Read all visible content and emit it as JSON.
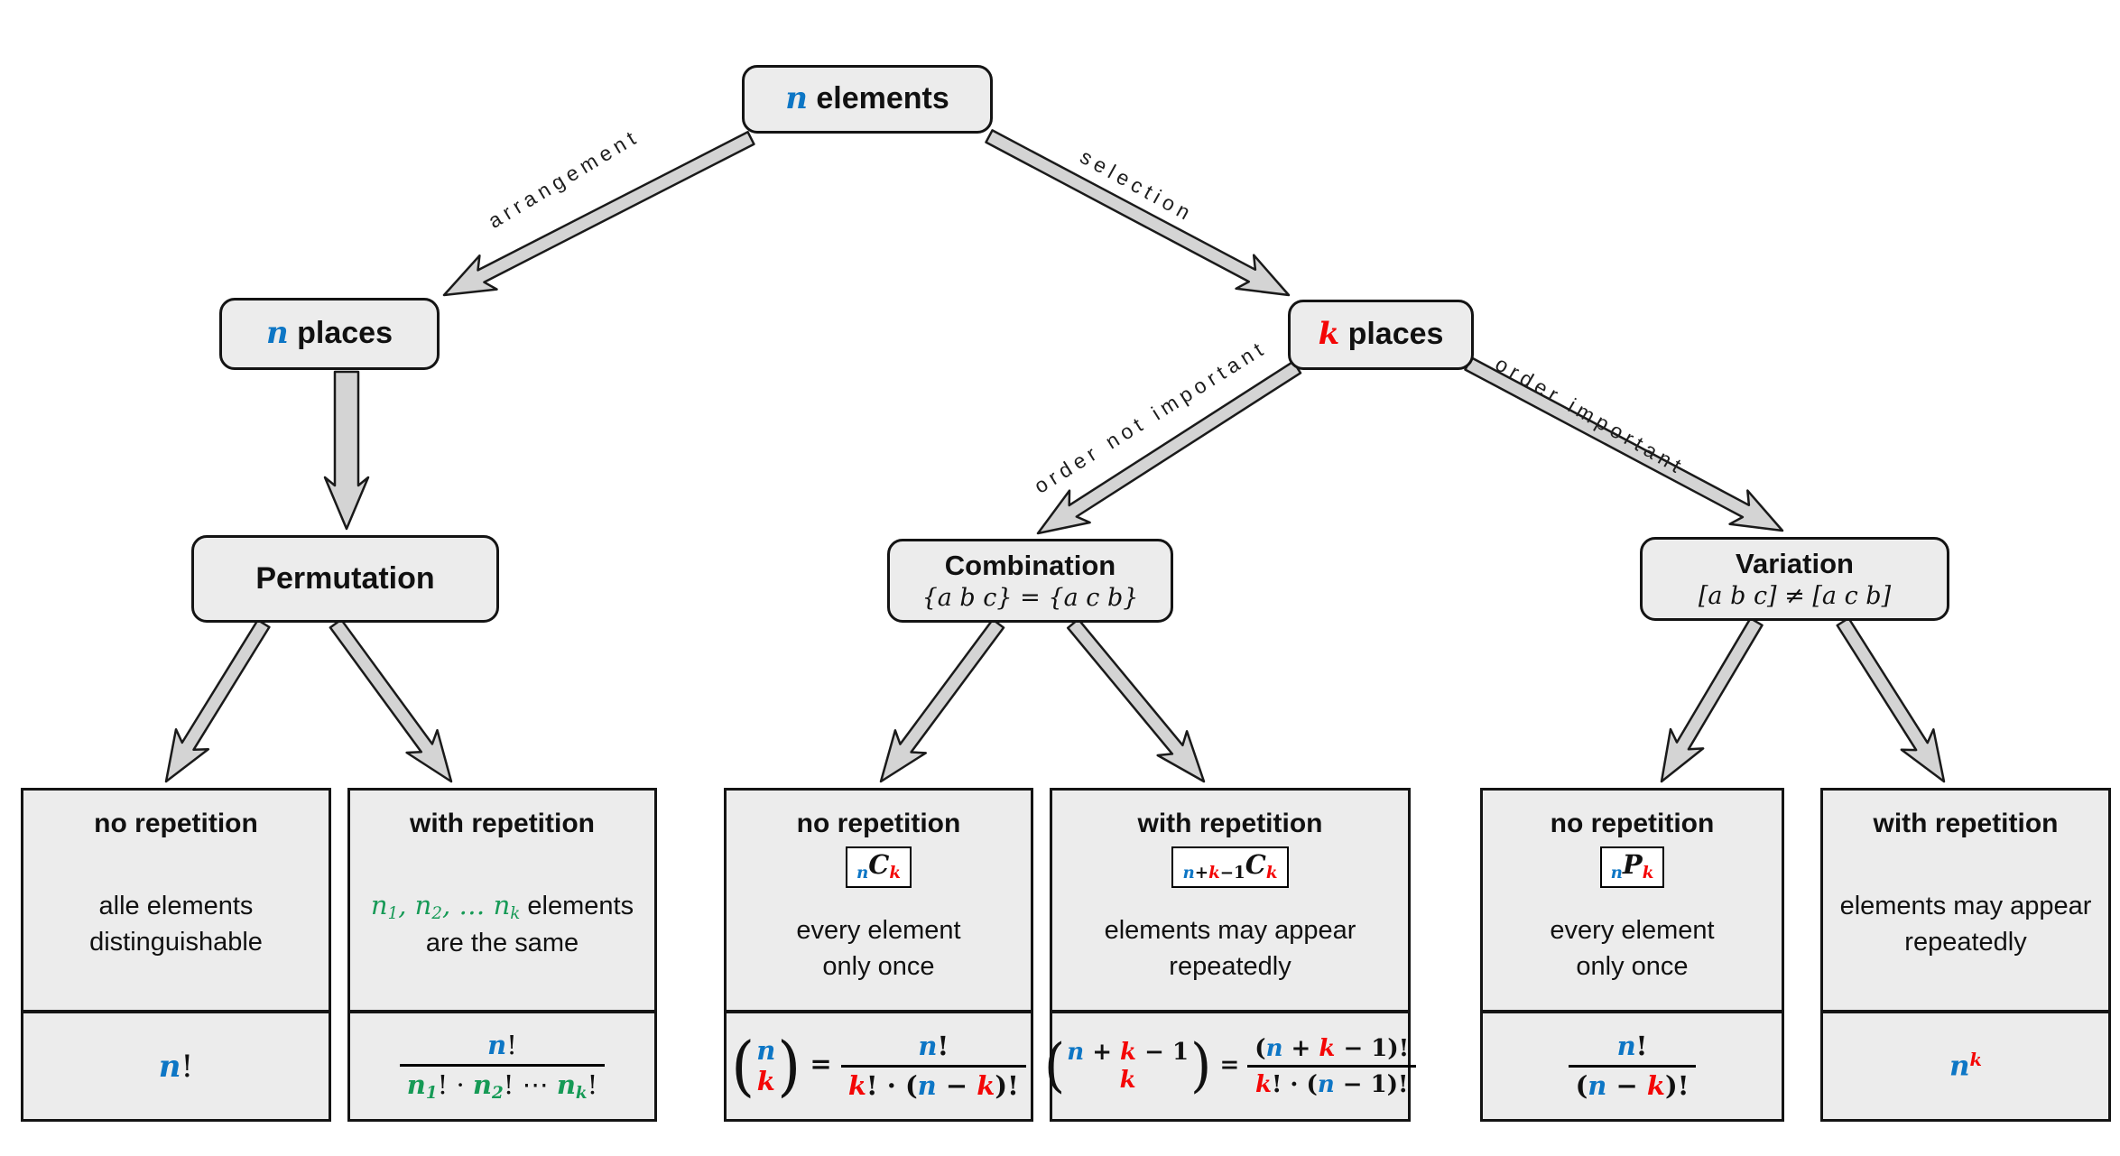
{
  "colors": {
    "blue": "#0d76c5",
    "red": "#f40606",
    "green": "#169a56",
    "box_fill": "#ececec",
    "arrow_fill": "#d4d4d4",
    "border": "#141414"
  },
  "edges": {
    "arrangement": "arrangement",
    "selection": "selection",
    "order_not_important": "order not important",
    "order_important": "order important"
  },
  "nodes": {
    "n_elements": {
      "title": [
        {
          "t": "n",
          "c": "mv c-b"
        },
        {
          "t": " elements",
          "c": ""
        }
      ]
    },
    "n_places": {
      "title": [
        {
          "t": "n",
          "c": "mv c-b"
        },
        {
          "t": " places",
          "c": ""
        }
      ]
    },
    "k_places": {
      "title": [
        {
          "t": "k",
          "c": "mv c-r"
        },
        {
          "t": " places",
          "c": ""
        }
      ]
    },
    "permutation": {
      "title": [
        {
          "t": "Permutation",
          "c": ""
        }
      ]
    },
    "combination": {
      "title": [
        {
          "t": "Combination",
          "c": ""
        }
      ],
      "subtitle": [
        {
          "t": "{a b c} = {a c b}",
          "c": "mi"
        }
      ]
    },
    "variation": {
      "title": [
        {
          "t": "Variation",
          "c": ""
        }
      ],
      "subtitle": [
        {
          "t": "[a b c] ≠ [a c b]",
          "c": "mi"
        }
      ]
    }
  },
  "leaves": [
    {
      "id": "permutation-no-repetition",
      "header": "no repetition",
      "body": [
        [
          {
            "t": "alle elements",
            "c": ""
          }
        ],
        [
          {
            "t": "distinguishable",
            "c": ""
          }
        ]
      ],
      "formula": [
        {
          "t": "n",
          "c": "mv c-b"
        },
        {
          "t": "!",
          "c": "mp"
        }
      ]
    },
    {
      "id": "permutation-with-repetition",
      "header": "with repetition",
      "body": [
        [
          {
            "t": "n",
            "c": "mi c-g"
          },
          {
            "t": "1",
            "c": "mi c-g sub"
          },
          {
            "t": ", ",
            "c": "mi c-g"
          },
          {
            "t": "n",
            "c": "mi c-g"
          },
          {
            "t": "2",
            "c": "mi c-g sub"
          },
          {
            "t": ", … ",
            "c": "mi c-g"
          },
          {
            "t": "n",
            "c": "mi c-g"
          },
          {
            "t": "k",
            "c": "mi c-g sub"
          },
          {
            "t": " elements",
            "c": ""
          }
        ],
        [
          {
            "t": "are the same",
            "c": ""
          }
        ]
      ],
      "formula": {
        "f": [
          [
            {
              "t": "n",
              "c": "mv c-b"
            },
            {
              "t": "!",
              "c": "mp"
            }
          ],
          [
            {
              "t": "n",
              "c": "mv c-g"
            },
            {
              "t": "1",
              "c": "mv c-g sub"
            },
            {
              "t": "! · ",
              "c": "mp"
            },
            {
              "t": "n",
              "c": "mv c-g"
            },
            {
              "t": "2",
              "c": "mv c-g sub"
            },
            {
              "t": "! ⋯ ",
              "c": "mp"
            },
            {
              "t": "n",
              "c": "mv c-g"
            },
            {
              "t": "k",
              "c": "mv c-g sub"
            },
            {
              "t": "!",
              "c": "mp"
            }
          ]
        ]
      }
    },
    {
      "id": "combination-no-repetition",
      "header": "no repetition",
      "badge": [
        {
          "t": "n",
          "c": "mv c-b sub"
        },
        {
          "t": "C",
          "c": "mv"
        },
        {
          "t": "k",
          "c": "mv c-r sub"
        }
      ],
      "body": [
        [
          {
            "t": "every element",
            "c": ""
          }
        ],
        [
          {
            "t": "only once",
            "c": ""
          }
        ]
      ],
      "formula": [
        {
          "bn": [
            [
              {
                "t": "n",
                "c": "mv c-b"
              }
            ],
            [
              {
                "t": "k",
                "c": "mv c-r"
              }
            ]
          ]
        },
        {
          "t": " = ",
          "c": "mb"
        },
        {
          "f": [
            [
              {
                "t": "n",
                "c": "mv c-b"
              },
              {
                "t": "!",
                "c": "mb"
              }
            ],
            [
              {
                "t": "k",
                "c": "mv c-r"
              },
              {
                "t": "! · (",
                "c": "mb"
              },
              {
                "t": "n",
                "c": "mv c-b"
              },
              {
                "t": " − ",
                "c": "mb"
              },
              {
                "t": "k",
                "c": "mv c-r"
              },
              {
                "t": ")!",
                "c": "mb"
              }
            ]
          ]
        }
      ]
    },
    {
      "id": "combination-with-repetition",
      "header": "with repetition",
      "badge": [
        {
          "t": "n",
          "c": "mv c-b sub"
        },
        {
          "t": "+",
          "c": "mb sub"
        },
        {
          "t": "k",
          "c": "mv c-r sub"
        },
        {
          "t": "−1",
          "c": "mb sub"
        },
        {
          "t": "C",
          "c": "mv"
        },
        {
          "t": "k",
          "c": "mv c-r sub"
        }
      ],
      "body": [
        [
          {
            "t": "elements may appear",
            "c": ""
          }
        ],
        [
          {
            "t": "repeatedly",
            "c": ""
          }
        ]
      ],
      "formula": [
        {
          "bn": [
            [
              {
                "t": "n",
                "c": "mv c-b"
              },
              {
                "t": " + ",
                "c": "mb"
              },
              {
                "t": "k",
                "c": "mv c-r"
              },
              {
                "t": " − 1",
                "c": "mb"
              }
            ],
            [
              {
                "t": "k",
                "c": "mv c-r"
              }
            ]
          ]
        },
        {
          "t": " = ",
          "c": "mb"
        },
        {
          "f": [
            [
              {
                "t": "(",
                "c": "mb"
              },
              {
                "t": "n",
                "c": "mv c-b"
              },
              {
                "t": " + ",
                "c": "mb"
              },
              {
                "t": "k",
                "c": "mv c-r"
              },
              {
                "t": " − 1",
                "c": "mb"
              },
              {
                "t": ")!",
                "c": "mb"
              }
            ],
            [
              {
                "t": "k",
                "c": "mv c-r"
              },
              {
                "t": "! · (",
                "c": "mb"
              },
              {
                "t": "n",
                "c": "mv c-b"
              },
              {
                "t": " − 1",
                "c": "mb"
              },
              {
                "t": ")!",
                "c": "mb"
              }
            ]
          ]
        }
      ]
    },
    {
      "id": "variation-no-repetition",
      "header": "no repetition",
      "badge": [
        {
          "t": "n",
          "c": "mv c-b sub"
        },
        {
          "t": "P",
          "c": "mv"
        },
        {
          "t": "k",
          "c": "mv c-r sub"
        }
      ],
      "body": [
        [
          {
            "t": "every element",
            "c": ""
          }
        ],
        [
          {
            "t": "only once",
            "c": ""
          }
        ]
      ],
      "formula": {
        "f": [
          [
            {
              "t": "n",
              "c": "mv c-b"
            },
            {
              "t": "!",
              "c": "mb"
            }
          ],
          [
            {
              "t": "(",
              "c": "mb"
            },
            {
              "t": "n",
              "c": "mv c-b"
            },
            {
              "t": " − ",
              "c": "mb"
            },
            {
              "t": "k",
              "c": "mv c-r"
            },
            {
              "t": ")!",
              "c": "mb"
            }
          ]
        ]
      }
    },
    {
      "id": "variation-with-repetition",
      "header": "with repetition",
      "body": [
        [
          {
            "t": "elements may appear",
            "c": ""
          }
        ],
        [
          {
            "t": "repeatedly",
            "c": ""
          }
        ]
      ],
      "formula": [
        {
          "t": "n",
          "c": "mv c-b"
        },
        {
          "t": "k",
          "c": "mv c-r sup"
        }
      ]
    }
  ]
}
